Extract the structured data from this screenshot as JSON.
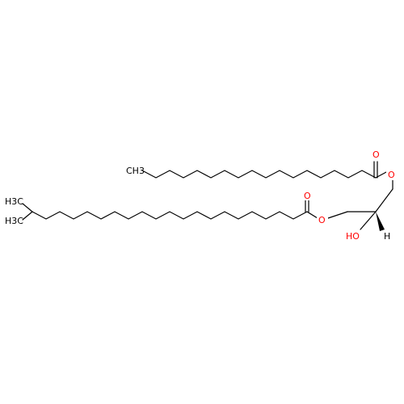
{
  "molecule": {
    "labels": {
      "ch3_top": "CH3",
      "ch3_branch_a": "H3C",
      "ch3_branch_b": "H3C",
      "ester_oxygen_upper": "O",
      "carbonyl_oxygen_upper": "O",
      "ester_oxygen_lower": "O",
      "carbonyl_oxygen_lower": "O",
      "hydroxyl": "HO",
      "stereo_h": "H"
    },
    "colors": {
      "bond": "#000000",
      "oxygen": "#ff0000",
      "background": "#ffffff"
    }
  }
}
